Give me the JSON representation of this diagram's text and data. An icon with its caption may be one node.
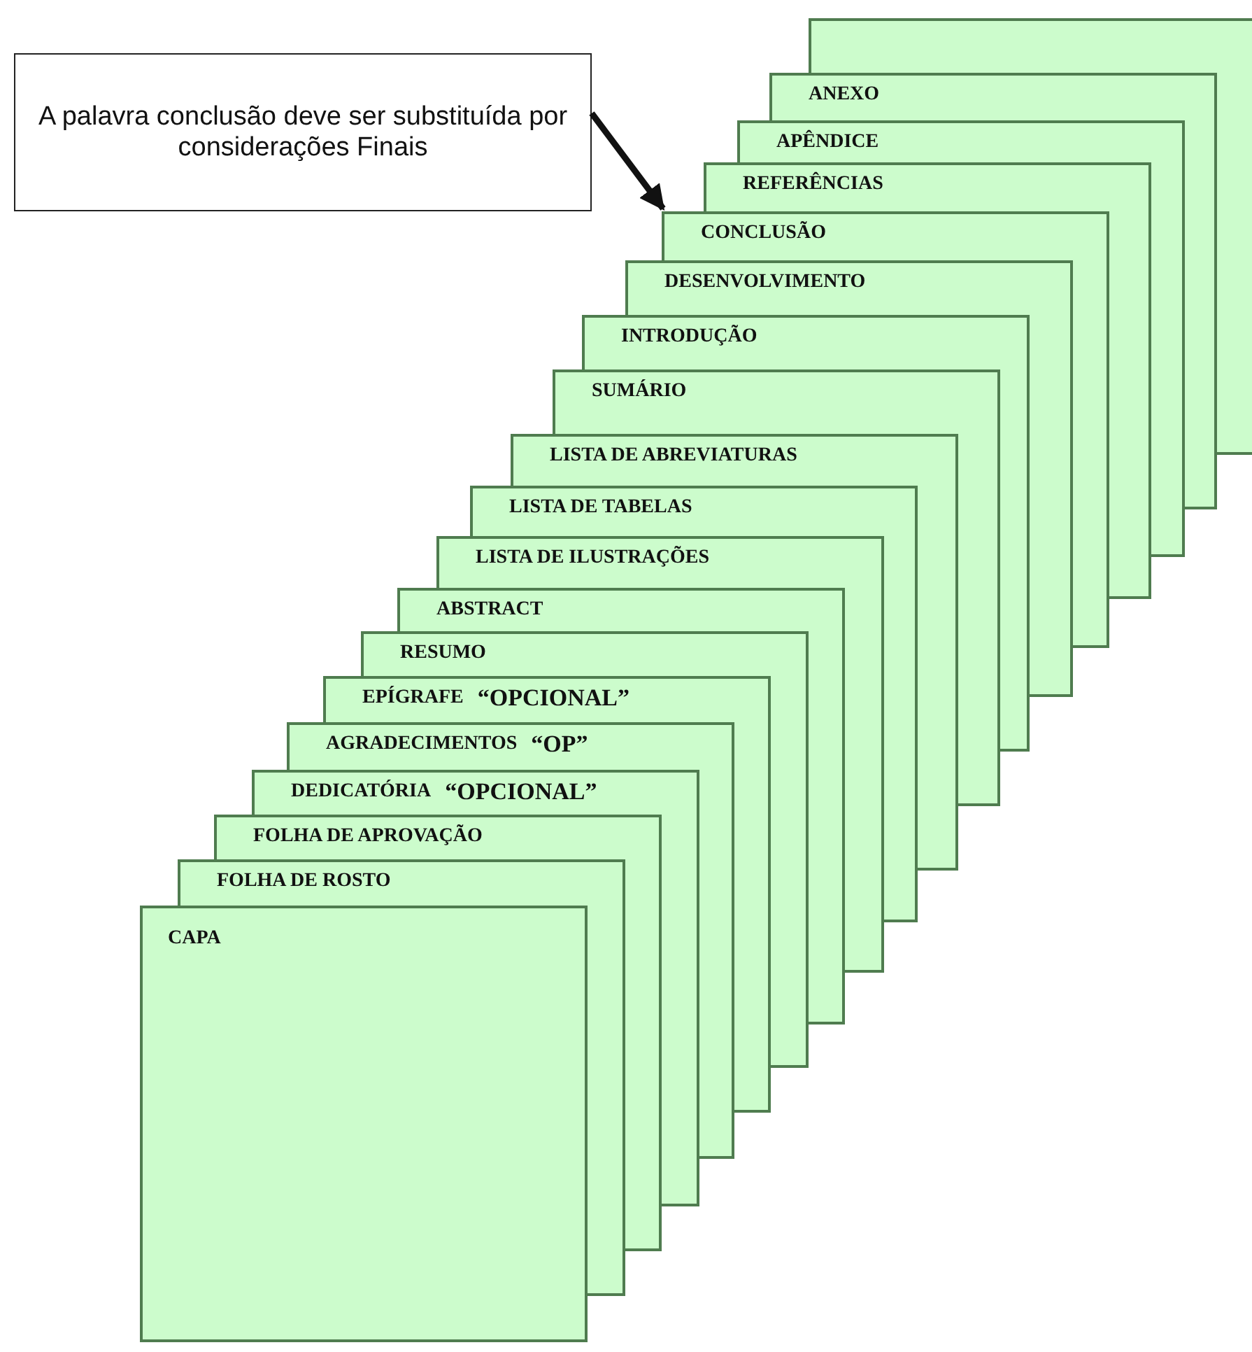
{
  "diagram": {
    "nodes": [
      {
        "text": [
          "A palavra conclusão deve ser substituída por considerações Finais"
        ]
      },
      {
        "text": [],
        "shape": "box"
      },
      {
        "text": [
          "ANEXO"
        ]
      },
      {
        "text": [
          "APÊNDICE"
        ]
      },
      {
        "text": [
          "REFERÊNCIAS"
        ]
      },
      {
        "text": [
          "CONCLUSÃO"
        ]
      },
      {
        "text": [
          "DESENVOLVIMENTO"
        ]
      },
      {
        "text": [
          "INTRODUÇÃO"
        ]
      },
      {
        "text": [
          "SUMÁRIO"
        ]
      },
      {
        "text": [
          "LISTA DE ABREVIATURAS"
        ]
      },
      {
        "text": [
          "LISTA DE TABELAS"
        ]
      },
      {
        "text": [
          "LISTA DE ILUSTRAÇÕES"
        ]
      },
      {
        "text": [
          "ABSTRACT"
        ]
      },
      {
        "text": [
          "RESUMO"
        ]
      },
      {
        "text": [
          "EPÍGRAFE",
          "“OPCIONAL”"
        ]
      },
      {
        "text": [
          "AGRADECIMENTOS",
          "“OP”"
        ]
      },
      {
        "text": [
          "DEDICATÓRIA",
          "“OPCIONAL”"
        ]
      },
      {
        "text": [
          "FOLHA DE APROVAÇÃO"
        ]
      },
      {
        "text": [
          "FOLHA DE ROSTO"
        ]
      },
      {
        "text": [
          "CAPA"
        ]
      }
    ],
    "edges": [
      {
        "from": 0,
        "to": 5,
        "arrow": "to"
      }
    ]
  }
}
